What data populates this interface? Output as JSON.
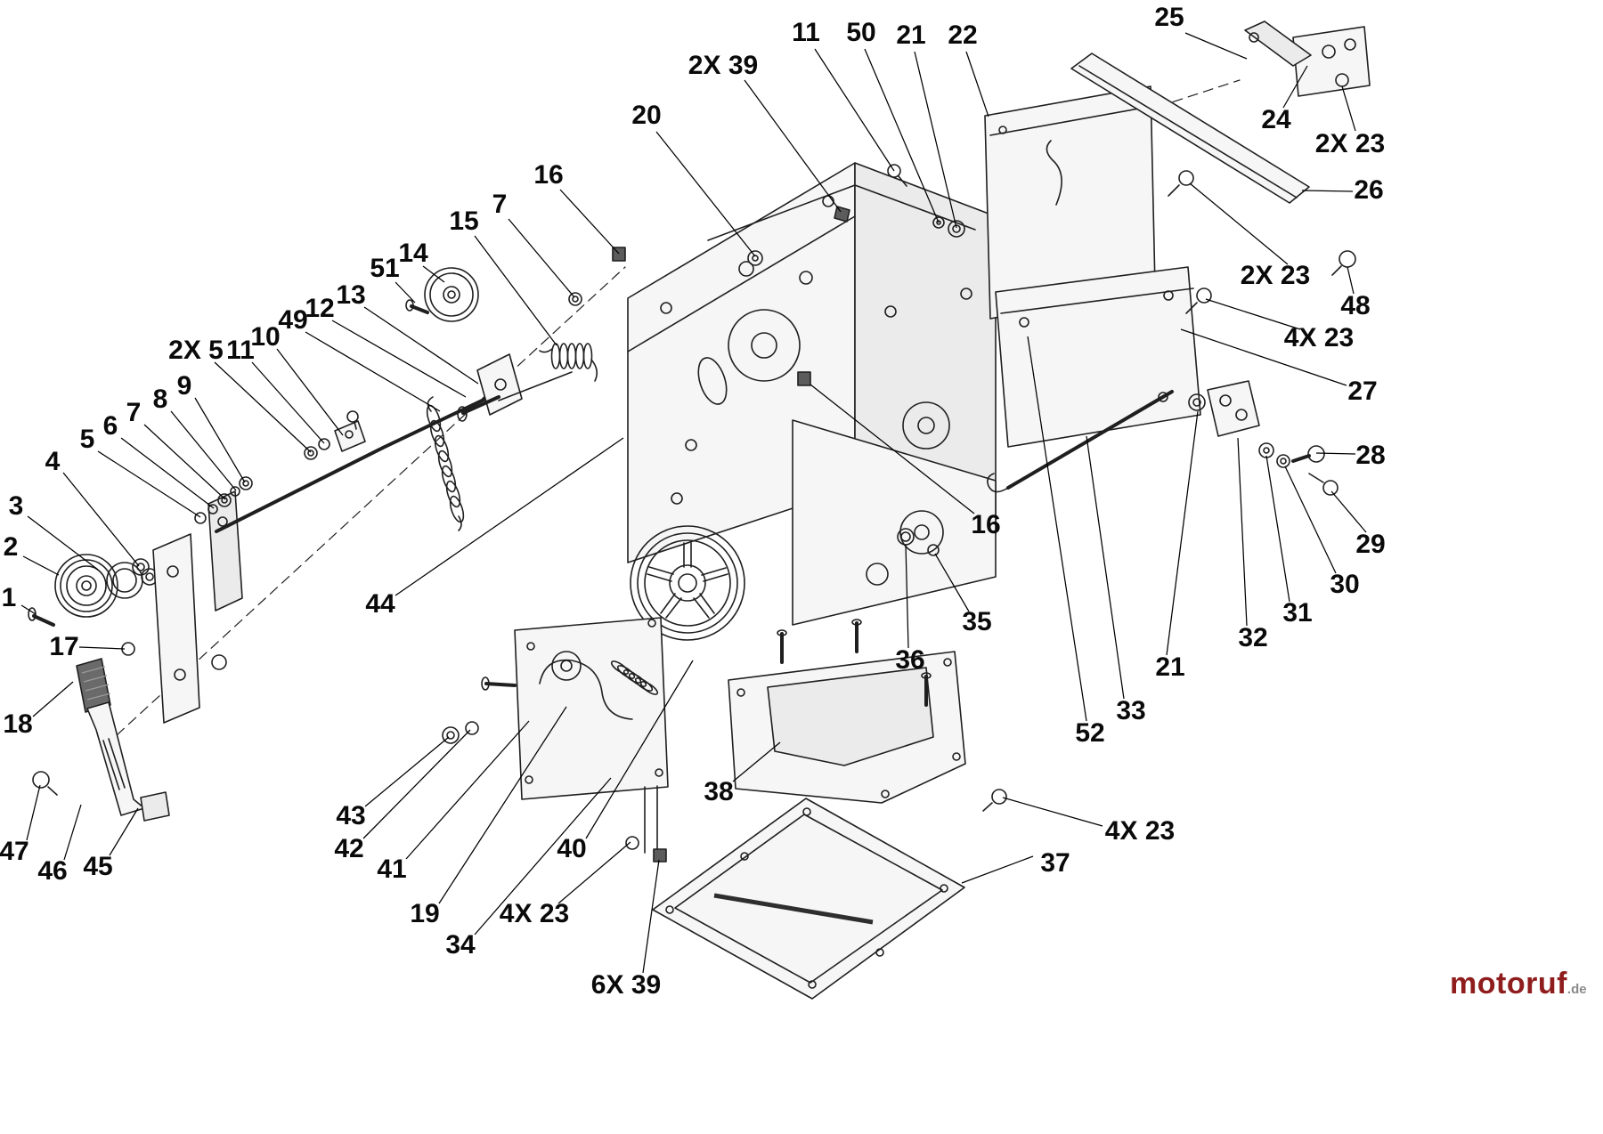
{
  "logo": {
    "text": "motoruf",
    "suffix": ".de",
    "color": "#8f1d1d"
  },
  "callouts": {
    "c25": "25",
    "c11_top": "11",
    "c50": "50",
    "c21_top": "21",
    "c22": "22",
    "c39_top": "2X 39",
    "c20": "20",
    "c24": "24",
    "c23_tr": "2X 23",
    "c26": "26",
    "c16_left": "16",
    "c7_top": "7",
    "c15": "15",
    "c23_mid": "2X 23",
    "c48": "48",
    "c51": "51",
    "c14": "14",
    "c23_4x_r1": "4X 23",
    "c13": "13",
    "c12": "12",
    "c49": "49",
    "c27": "27",
    "c10": "10",
    "c11_left": "11",
    "c5_2x": "2X 5",
    "c28": "28",
    "c9": "9",
    "c8": "8",
    "c7_left": "7",
    "c29": "29",
    "c6": "6",
    "c5_left": "5",
    "c16_right": "16",
    "c30": "30",
    "c4": "4",
    "c3": "3",
    "c31": "31",
    "c2": "2",
    "c35": "35",
    "c32": "32",
    "c1": "1",
    "c44": "44",
    "c21_bot": "21",
    "c17": "17",
    "c36": "36",
    "c33": "33",
    "c18": "18",
    "c52": "52",
    "c38": "38",
    "c43": "43",
    "c42": "42",
    "c23_4x_r2": "4X 23",
    "c41": "41",
    "c37": "37",
    "c19": "19",
    "c40": "40",
    "c23_4x_b": "4X 23",
    "c34": "34",
    "c39_6x": "6X 39",
    "c47": "47",
    "c46": "46",
    "c45": "45"
  }
}
